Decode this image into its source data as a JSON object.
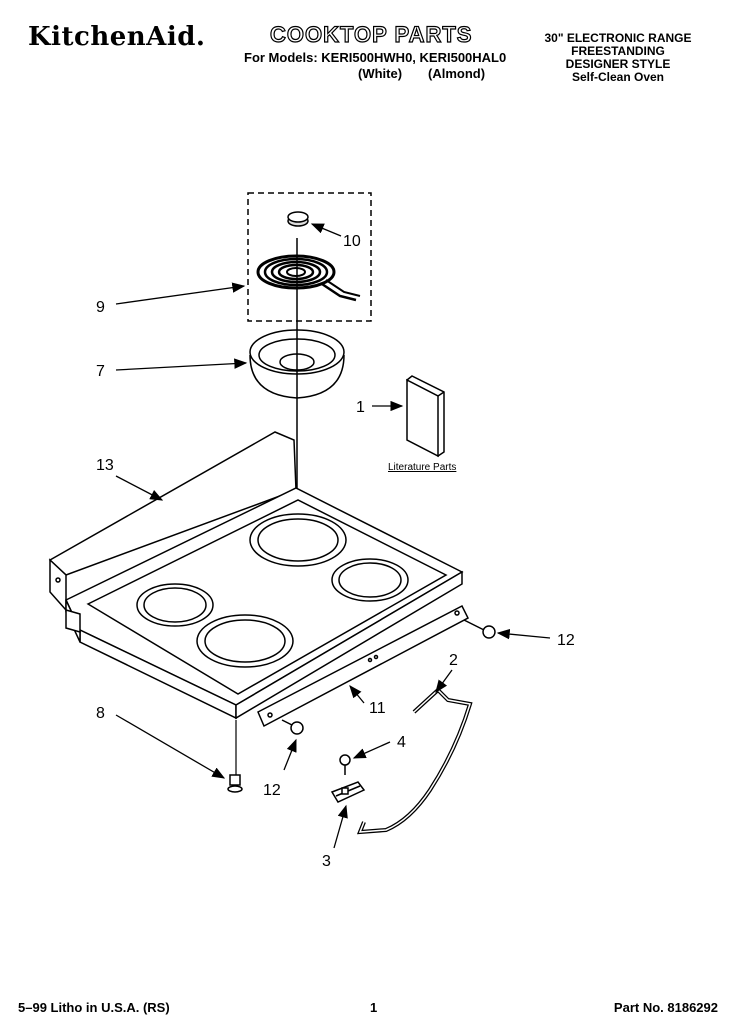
{
  "header": {
    "brand": "KitchenAid.",
    "title": "COOKTOP PARTS",
    "models_line": "For Models: KERI500HWH0, KERI500HAL0",
    "variant_white": "(White)",
    "variant_almond": "(Almond)",
    "spec_lines": [
      "30\" ELECTRONIC RANGE",
      "FREESTANDING",
      "DESIGNER STYLE",
      "Self-Clean Oven"
    ]
  },
  "callouts": {
    "c1": "1",
    "c2": "2",
    "c3": "3",
    "c4": "4",
    "c7": "7",
    "c8": "8",
    "c9": "9",
    "c10": "10",
    "c11": "11",
    "c12a": "12",
    "c12b": "12",
    "c13": "13"
  },
  "literature_label": "Literature Parts",
  "footer": {
    "litho": "5–99 Litho in U.S.A. (RS)",
    "page": "1",
    "part_no": "Part No. 8186292"
  }
}
